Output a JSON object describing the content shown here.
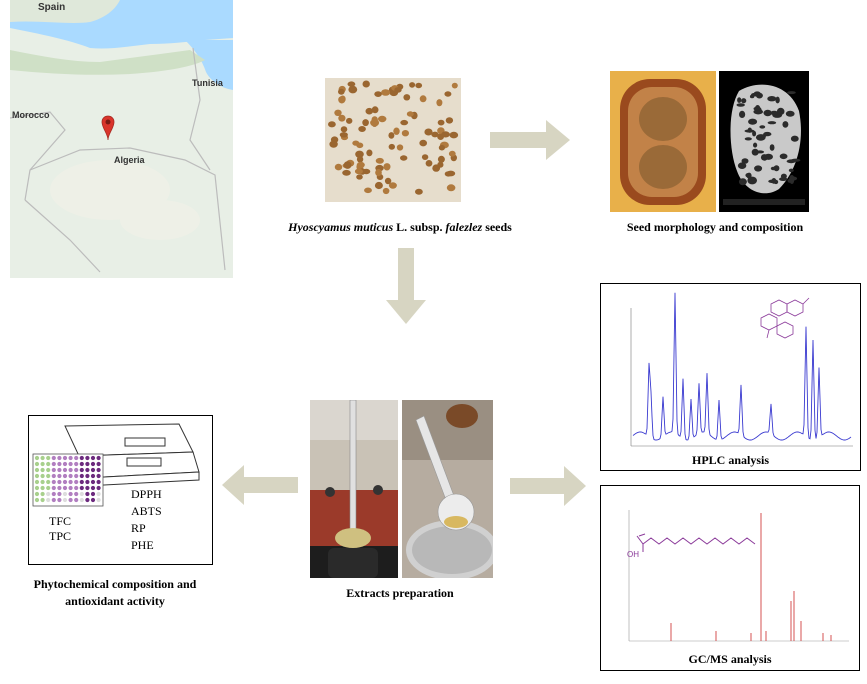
{
  "map": {
    "labels": {
      "spain": "Spain",
      "tunisia": "Tunisia",
      "morocco": "Morocco",
      "algeria": "Algeria"
    },
    "colors": {
      "sea": "#aadaff",
      "land": "#e6efe4",
      "desert": "#f1f2ec",
      "marker": "#d9342b"
    }
  },
  "seeds": {
    "caption_species": "Hyoscyamus muticus",
    "caption_mid": " L. subsp. ",
    "caption_sub": "falezlez",
    "caption_end": " seeds"
  },
  "morphology": {
    "caption": "Seed morphology and composition"
  },
  "hplc": {
    "caption": "HPLC analysis"
  },
  "gcms": {
    "caption": "GC/MS analysis",
    "structure_label": "OH"
  },
  "extracts": {
    "caption": "Extracts preparation"
  },
  "phyto": {
    "caption_line1": "Phytochemical composition and",
    "caption_line2": "antioxidant activity",
    "assays_left": [
      "TFC",
      "TPC"
    ],
    "assays_right": [
      "DPPH",
      "ABTS",
      "RP",
      "PHE"
    ]
  },
  "colors": {
    "arrow": "#d7d5c2",
    "hplc_trace": "#3a3ad0",
    "gcms_trace": "#d04040",
    "gcms_struct": "#8b3a9a"
  }
}
